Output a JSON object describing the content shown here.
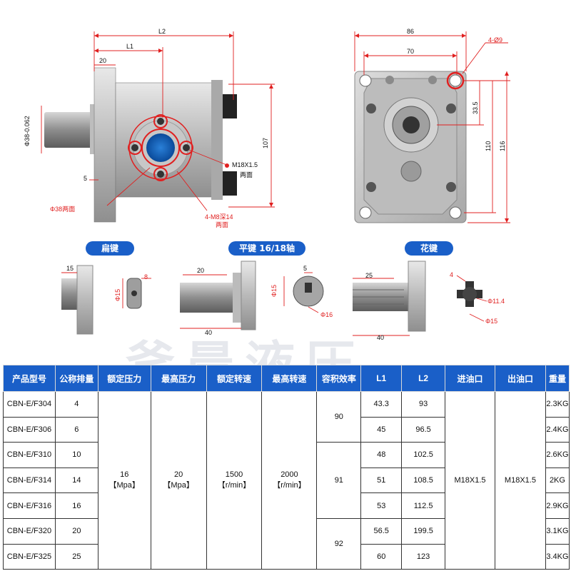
{
  "drawing": {
    "dims": {
      "l2": "L2",
      "l1": "L1",
      "d20": "20",
      "shaft_dia": "Φ38-0.062",
      "d5": "5",
      "flange_dia": "Φ38两面",
      "port_thread": "M18X1.5",
      "port_both": "两面",
      "bolt_holes": "4-M8深14",
      "bolt_both": "两面",
      "h107": "107",
      "w86": "86",
      "w70": "70",
      "holes_4": "4-Ø9",
      "h33": "33.5",
      "h110": "110",
      "h116": "116"
    },
    "shafts": {
      "flat_key": {
        "label": "扁键",
        "len": "15",
        "dia": "Φ15",
        "flat": "8"
      },
      "parallel_key": {
        "label": "平键 16/18轴",
        "key_len": "20",
        "total_len": "40",
        "key_w": "5",
        "dia": "Φ15",
        "dia2": "Φ16"
      },
      "spline": {
        "label": "花键",
        "spline_len": "25",
        "total_len": "40",
        "teeth": "4",
        "inner_dia": "Φ11.4",
        "outer_dia": "Φ15"
      }
    },
    "watermark": "斧晨液压"
  },
  "table": {
    "headers": [
      "产品型号",
      "公称排量",
      "额定压力",
      "最高压力",
      "额定转速",
      "最高转速",
      "容积效率",
      "L1",
      "L2",
      "进油口",
      "出油口",
      "重量"
    ],
    "rows": [
      {
        "model": "CBN-E/F304",
        "disp": "4",
        "l1": "43.3",
        "l2": "93",
        "weight": "2.3KG"
      },
      {
        "model": "CBN-E/F306",
        "disp": "6",
        "l1": "45",
        "l2": "96.5",
        "weight": "2.4KG"
      },
      {
        "model": "CBN-E/F310",
        "disp": "10",
        "l1": "48",
        "l2": "102.5",
        "weight": "2.6KG"
      },
      {
        "model": "CBN-E/F314",
        "disp": "14",
        "l1": "51",
        "l2": "108.5",
        "weight": "2KG"
      },
      {
        "model": "CBN-E/F316",
        "disp": "16",
        "l1": "53",
        "l2": "112.5",
        "weight": "2.9KG"
      },
      {
        "model": "CBN-E/F320",
        "disp": "20",
        "l1": "56.5",
        "l2": "199.5",
        "weight": "3.1KG"
      },
      {
        "model": "CBN-E/F325",
        "disp": "25",
        "l1": "60",
        "l2": "123",
        "weight": "3.4KG"
      }
    ],
    "rated_pressure": "16",
    "rated_pressure_unit": "【Mpa】",
    "max_pressure": "20",
    "max_pressure_unit": "【Mpa】",
    "rated_speed": "1500",
    "rated_speed_unit": "【r/min】",
    "max_speed": "2000",
    "max_speed_unit": "【r/min】",
    "eff_1": "90",
    "eff_2": "91",
    "eff_3": "92",
    "inlet": "M18X1.5",
    "outlet": "M18X1.5"
  },
  "colors": {
    "accent_blue": "#1a5fc8",
    "dim_red": "#e02020"
  }
}
